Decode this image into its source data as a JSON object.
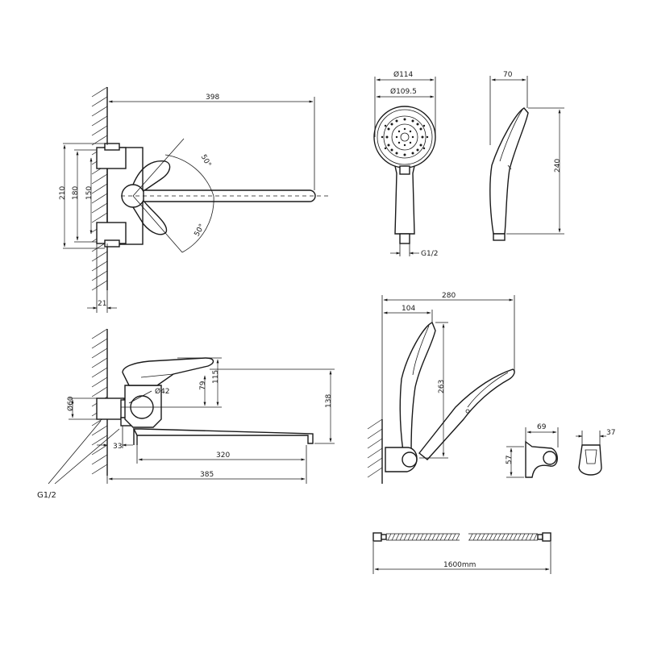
{
  "dimensions": {
    "faucet_top": {
      "reach": "398",
      "height_total": "210",
      "height_mid": "180",
      "height_inner": "150",
      "angle_up": "50°",
      "angle_down": "50°",
      "wall_offset": "21"
    },
    "shower_head": {
      "outer_diameter": "Ø114",
      "inner_diameter": "Ø109.5",
      "thread": "G1/2"
    },
    "shower_side": {
      "depth": "70",
      "length": "240"
    },
    "faucet_side": {
      "handle_diameter": "Ø42",
      "height_79": "79",
      "height_115": "115",
      "height_138": "138",
      "flange_diameter": "Ø60",
      "offset_33": "33",
      "spout_320": "320",
      "length_385": "385",
      "thread_label": "G1/2"
    },
    "mounted_shower": {
      "width_280": "280",
      "width_104": "104",
      "height_263": "263"
    },
    "holder": {
      "width_69": "69",
      "height_57": "57",
      "width_37": "37"
    },
    "hose": {
      "length": "1600mm"
    }
  }
}
